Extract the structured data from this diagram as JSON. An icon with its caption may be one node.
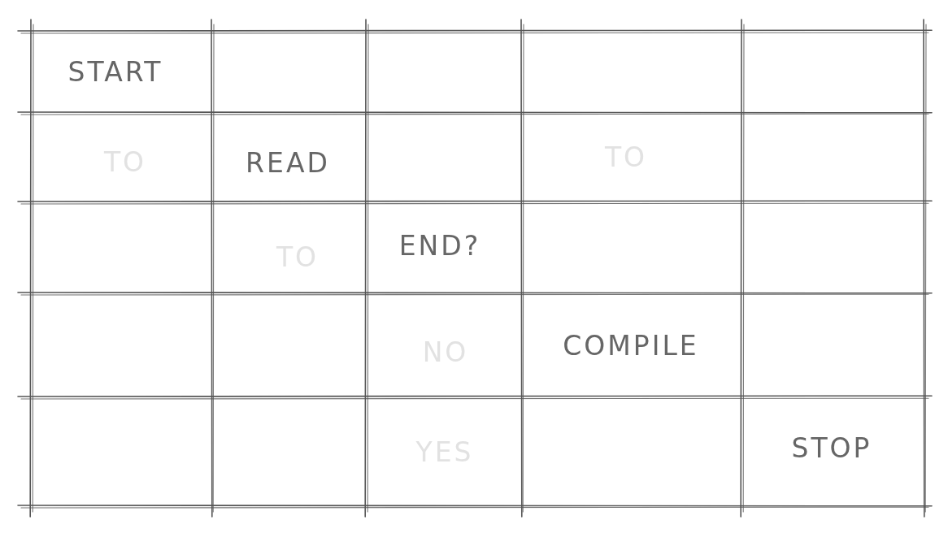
{
  "diagram": {
    "labels": [
      "START",
      "TO",
      "READ",
      "TO",
      "TO",
      "END?",
      "NO",
      "COMPILE",
      "YES",
      "STOP"
    ]
  }
}
